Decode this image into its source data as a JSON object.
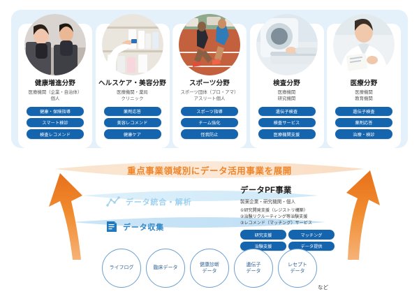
{
  "top_section": {
    "cards": [
      {
        "title": "健康増進分野",
        "subtitle": "医療機関（企業・自治体）\n個人",
        "badges": [
          "健康・保険指導",
          "スマート検診",
          "検査レコメンド"
        ],
        "photo": "woman-and-man-on-treadmills-in-gym"
      },
      {
        "title": "ヘルスケア・美容分野",
        "subtitle": "医療機関・薬局\nクリニック",
        "badges": [
          "薬剤応答",
          "美容レコメンド",
          "健康ケア"
        ],
        "photo": "hand-reaching-for-supplement-bottle-on-shelf"
      },
      {
        "title": "スポーツ分野",
        "subtitle": "スポーツ団体（プロ・アマ）\nアスリート個人",
        "badges": [
          "スポーツ指導",
          "チーム強化",
          "怪我防止"
        ],
        "photo": "sprinters-starting-race-on-track"
      },
      {
        "title": "検査分野",
        "subtitle": "医療機関\n研究機関",
        "badges": [
          "遺伝子検査",
          "検査サービス",
          "医療機関支援"
        ],
        "photo": "patient-entering-ct-scanner"
      },
      {
        "title": "医療分野",
        "subtitle": "医療機関\n教育機関",
        "badges": [
          "遺伝子検査",
          "薬剤応答",
          "治療・検診"
        ],
        "photo": "doctor-in-white-coat-with-clipboard"
      }
    ]
  },
  "banner": {
    "text": "重点事業領域別にデータ活用事業を展開",
    "color": "#ef8428"
  },
  "layers": {
    "analyze": {
      "label": "データ統合・解析",
      "icon": "line-chart-icon",
      "color": "#9ed2ef"
    },
    "collect": {
      "label": "データ収集",
      "icon": "document-list-icon",
      "color": "#2f86c6"
    }
  },
  "pf_business": {
    "title": "データPF事業",
    "subtitle": "製薬企業・研究機関・個人",
    "items": [
      "①研究開発支援（レジストリ構築）",
      "②治験リクルーティング等治験支援",
      "③レコメンド（マッチング）サービス"
    ],
    "badges": [
      "研究支援",
      "マッチング",
      "治験支援",
      "データ提供"
    ]
  },
  "data_sources": {
    "circles": [
      "ライフログ",
      "臨床データ",
      "健康診断\nデータ",
      "遺伝子\nデータ",
      "レセプト\nデータ"
    ],
    "etc_label": "など"
  }
}
